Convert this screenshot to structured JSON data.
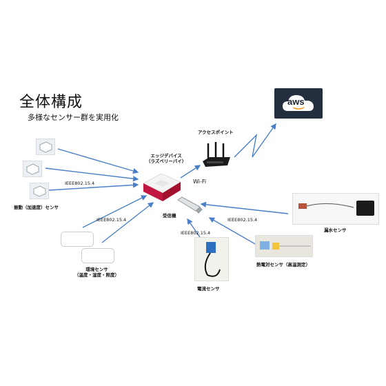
{
  "title": "全体構成",
  "subtitle": "多様なセンサー群を実用化",
  "aws": {
    "label": "aws"
  },
  "nodes": {
    "access_point": "アクセスポイント",
    "edge_device_line1": "エッジデバイス",
    "edge_device_line2": "（ラズベリーパイ）",
    "receiver": "受信機",
    "vibration_sensor": "振動（加速度）センサ",
    "env_sensor_line1": "環境センサ",
    "env_sensor_line2": "（温度・湿度・照度）",
    "current_sensor": "電流センサ",
    "leak_sensor": "漏水センサ",
    "thermocouple_sensor": "熱電対センサ（高温測定）"
  },
  "protocols": {
    "left_upper": "IEEE802.15.4",
    "left_lower": "IEEE802.15.4",
    "receiver_bottom": "IEEE802.15.4",
    "right": "IEEE802.15.4",
    "wifi": "Wi-Fi"
  },
  "colors": {
    "arrow": "#4a7fc7",
    "aws_bg": "#232f3e",
    "pi_red": "#c0163f"
  }
}
